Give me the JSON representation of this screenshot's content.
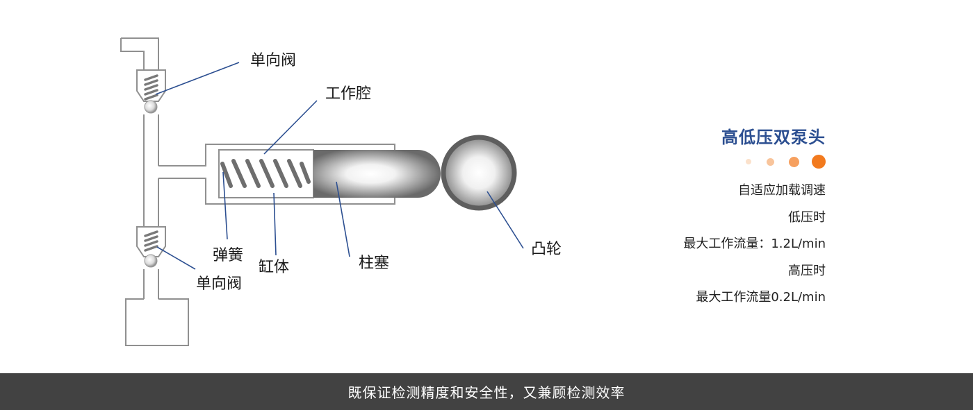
{
  "labels": {
    "check_valve_top": "单向阀",
    "working_chamber": "工作腔",
    "spring": "弹簧",
    "cylinder": "缸体",
    "plunger": "柱塞",
    "cam": "凸轮",
    "check_valve_bottom": "单向阀"
  },
  "side": {
    "title": "高低压双泵头",
    "lines": [
      "自适应加载调速",
      "低压时",
      "最大工作流量：1.2L/min",
      "高压时",
      "最大工作流量0.2L/min"
    ]
  },
  "footer": {
    "text": "既保证检测精度和安全性，又兼顾检测效率"
  },
  "colors": {
    "accent_title": "#2c4f91",
    "leader_lines": "#2c4f91",
    "dot_orange": "#f27a1e",
    "footer_bg": "#424242"
  }
}
